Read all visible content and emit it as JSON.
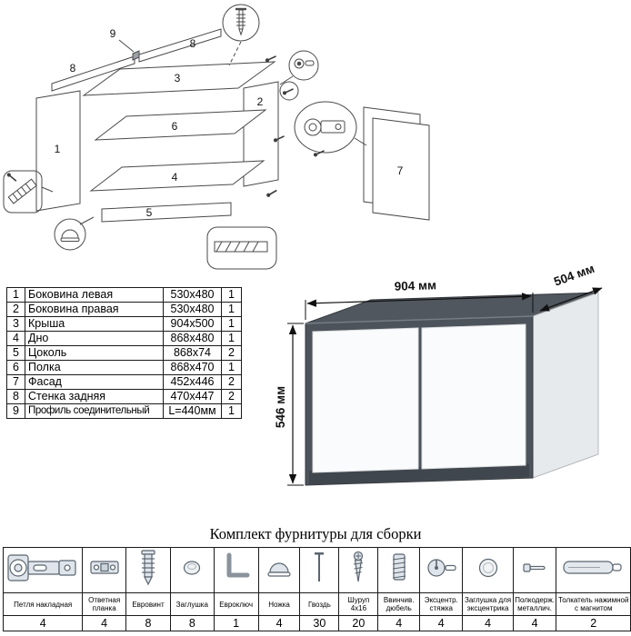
{
  "exploded": {
    "labels": {
      "p1": "1",
      "p2": "2",
      "p3": "3",
      "p4": "4",
      "p5": "5",
      "p6": "6",
      "p7": "7",
      "p8": "8",
      "p9": "9"
    }
  },
  "cabinet": {
    "width_label": "904 мм",
    "depth_label": "504 мм",
    "height_label": "546 мм",
    "colors": {
      "body": "#4d535a",
      "top": "#51575e",
      "doors": "#fafbfc",
      "side": "#e7eaec",
      "plinth": "#40464d"
    }
  },
  "parts_table": {
    "rows": [
      {
        "num": "1",
        "name": "Боковина левая",
        "size": "530x480",
        "qty": "1"
      },
      {
        "num": "2",
        "name": "Боковина правая",
        "size": "530x480",
        "qty": "1"
      },
      {
        "num": "3",
        "name": "Крыша",
        "size": "904x500",
        "qty": "1"
      },
      {
        "num": "4",
        "name": "Дно",
        "size": "868x480",
        "qty": "1"
      },
      {
        "num": "5",
        "name": "Цоколь",
        "size": "868x74",
        "qty": "2"
      },
      {
        "num": "6",
        "name": "Полка",
        "size": "868x470",
        "qty": "1"
      },
      {
        "num": "7",
        "name": "Фасад",
        "size": "452x446",
        "qty": "2"
      },
      {
        "num": "8",
        "name": "Стенка задняя",
        "size": "470x447",
        "qty": "2"
      },
      {
        "num": "9",
        "name": "Профиль соединительный",
        "size": "L=440мм",
        "qty": "1"
      }
    ]
  },
  "hardware": {
    "title": "Комплект фурнитуры для сборки",
    "items": [
      {
        "name": "Петля накладная",
        "qty": "4",
        "icon": "overlay-hinge-icon"
      },
      {
        "name": "Ответная планка",
        "qty": "4",
        "icon": "strike-plate-icon"
      },
      {
        "name": "Евровинт",
        "qty": "8",
        "icon": "euro-screw-icon"
      },
      {
        "name": "Заглушка",
        "qty": "8",
        "icon": "cap-icon"
      },
      {
        "name": "Евроключ",
        "qty": "1",
        "icon": "hex-key-icon"
      },
      {
        "name": "Ножка",
        "qty": "4",
        "icon": "leg-icon"
      },
      {
        "name": "Гвоздь",
        "qty": "30",
        "icon": "nail-icon"
      },
      {
        "name": "Шуруп 4x16",
        "qty": "20",
        "icon": "screw-icon"
      },
      {
        "name": "Ввинчив. дюбель",
        "qty": "4",
        "icon": "threaded-dowel-icon"
      },
      {
        "name": "Эксцентр. стяжка",
        "qty": "4",
        "icon": "cam-lock-icon"
      },
      {
        "name": "Заглушка для эксцентрика",
        "qty": "4",
        "icon": "cam-cap-icon"
      },
      {
        "name": "Полкодерж. металлич.",
        "qty": "4",
        "icon": "shelf-pin-icon"
      },
      {
        "name": "Толкатель нажимной с магнитом",
        "qty": "2",
        "icon": "push-opener-icon"
      }
    ]
  }
}
